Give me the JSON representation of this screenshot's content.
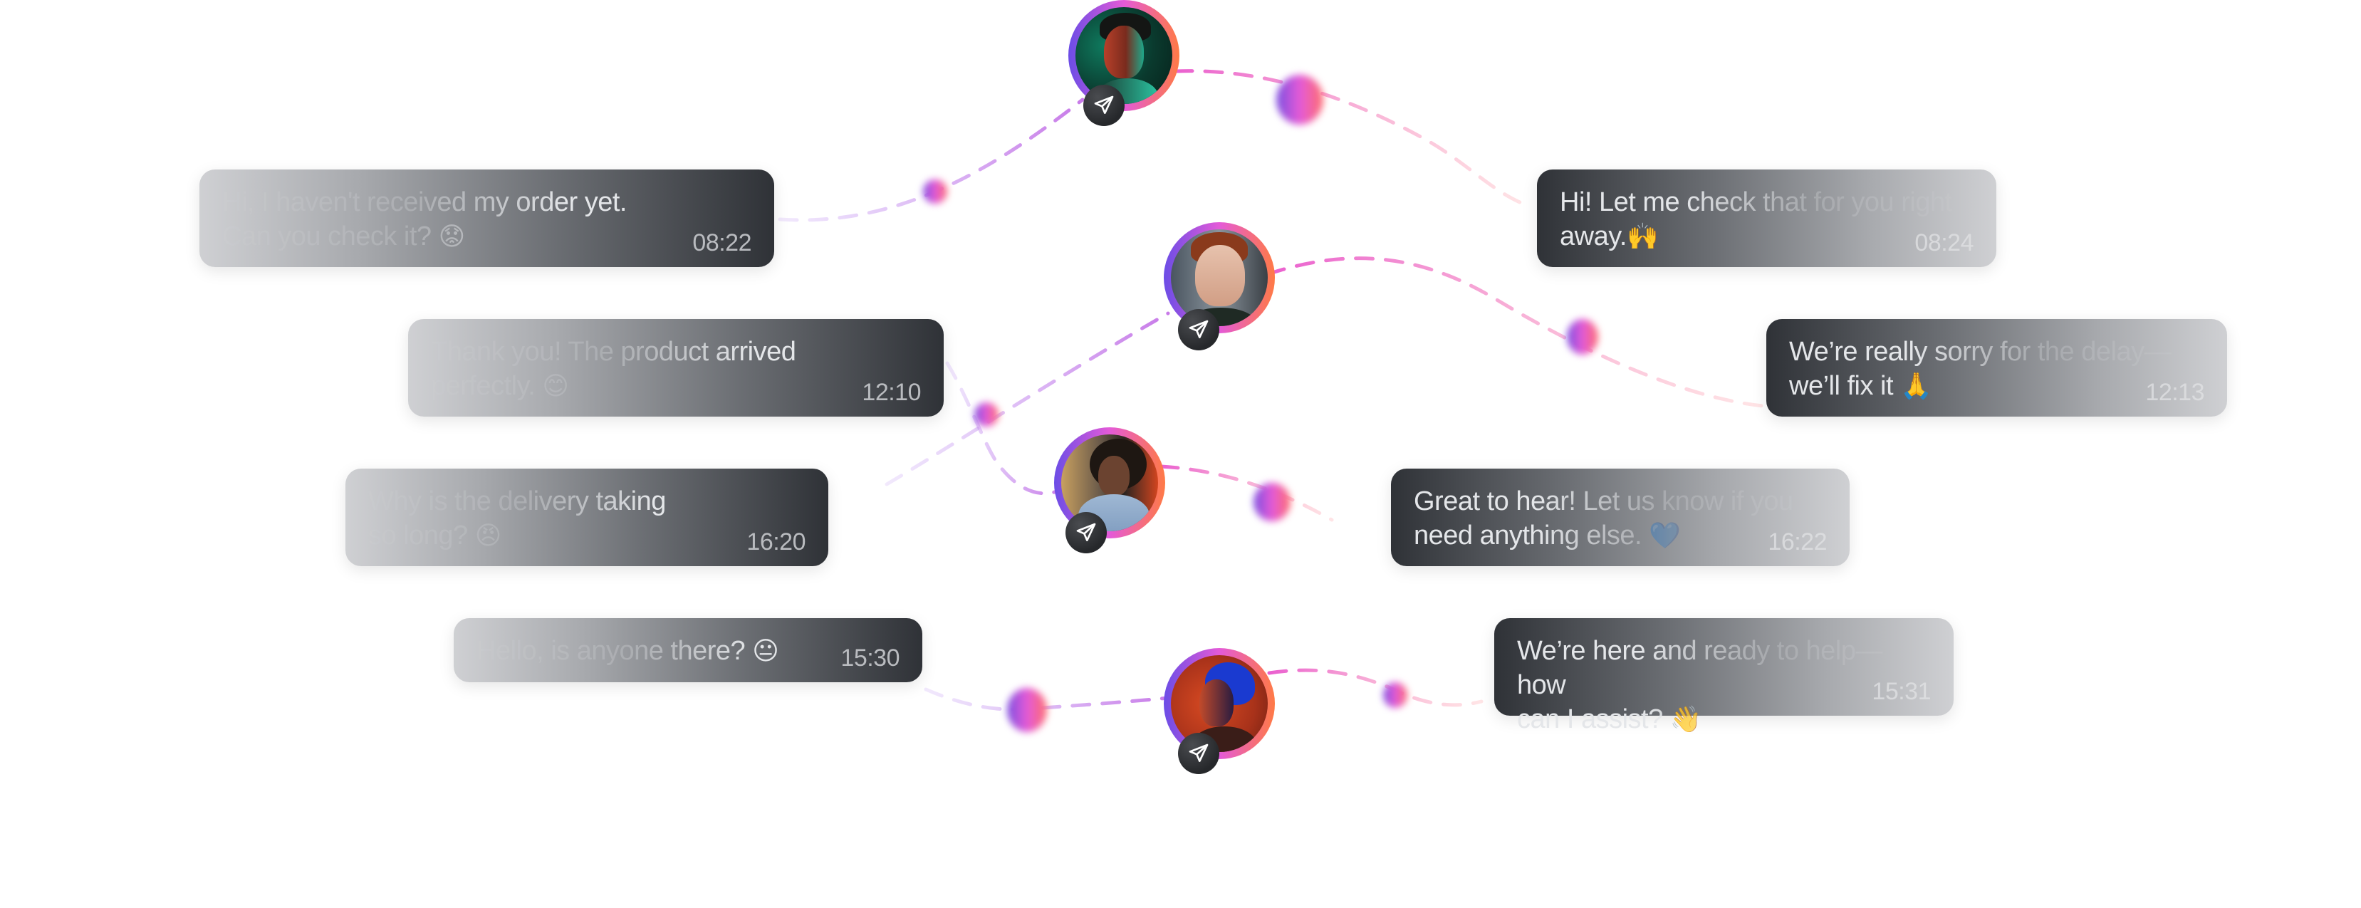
{
  "theme": {
    "ring_gradient": [
      "#6b4de6",
      "#e45ad8",
      "#ff7a45"
    ],
    "bubble_dark": "#2f3237",
    "bubble_light": "#cfd0d3",
    "dash_color": "#e45ad8",
    "badge_color": "#2b2d30"
  },
  "conversation": {
    "avatars": [
      {
        "name": "customer-avatar-1",
        "icon": "send-icon"
      },
      {
        "name": "customer-avatar-2",
        "icon": "send-icon"
      },
      {
        "name": "customer-avatar-3",
        "icon": "send-icon"
      },
      {
        "name": "customer-avatar-4",
        "icon": "send-icon"
      }
    ],
    "customer_messages": [
      {
        "text": "Hi, I haven't received my order yet.\nCan you check it?",
        "emoji": "😟",
        "time": "08:22"
      },
      {
        "text": "Thank you! The product arrived\nperfectly.",
        "emoji": "😊",
        "time": "12:10"
      },
      {
        "text": "Why is the delivery taking\nso long?",
        "emoji": "😠",
        "time": "16:20"
      },
      {
        "text": "Hello, is anyone there?",
        "emoji": "😐",
        "time": "15:30"
      }
    ],
    "agent_replies": [
      {
        "text": "Hi! Let me check that for you right\naway.",
        "emoji": "🙌",
        "time": "08:24"
      },
      {
        "text": "We’re really sorry for the delay—\nwe’ll fix it",
        "emoji": "🙏",
        "time": "12:13"
      },
      {
        "text": "Great to hear! Let us know if you\nneed anything else.",
        "emoji": "💙",
        "time": "16:22"
      },
      {
        "text": "We’re here and ready to help—how\ncan I assist?",
        "emoji": "👋",
        "time": "15:31"
      }
    ]
  }
}
